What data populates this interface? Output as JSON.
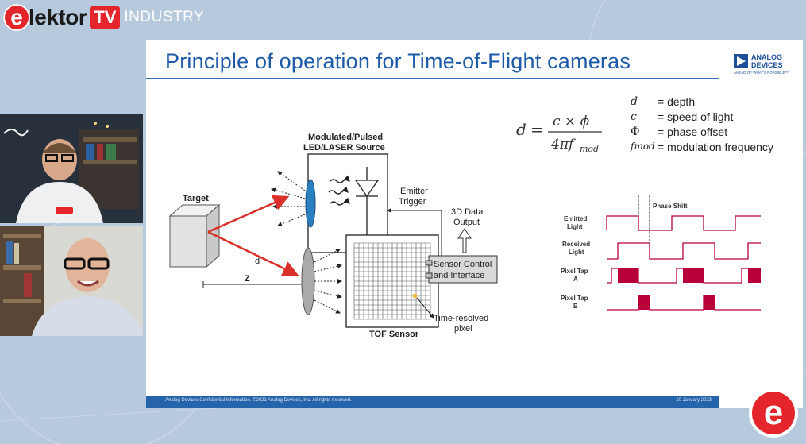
{
  "brand": {
    "logo_letter": "e",
    "logo_word": "lektor",
    "tv": "TV",
    "industry": "INDUSTRY"
  },
  "slide": {
    "title": "Principle of operation for Time-of-Flight cameras",
    "company_line1": "ANALOG",
    "company_line2": "DEVICES",
    "tagline": "AHEAD OF WHAT'S POSSIBLE™",
    "formula": {
      "lhs": "d",
      "numerator": "c × ϕ",
      "denominator": "4πf",
      "subscript": "mod"
    },
    "legend": [
      {
        "symbol": "d",
        "text": "= depth"
      },
      {
        "symbol": "c",
        "text": "= speed of light"
      },
      {
        "symbol": "Φ",
        "text": "= phase offset"
      },
      {
        "symbol": "fmod",
        "text": "= modulation frequency"
      }
    ],
    "diagram": {
      "source_label_1": "Modulated/Pulsed",
      "source_label_2": "LED/LASER Source",
      "target": "Target",
      "emitter_1": "Emitter",
      "emitter_2": "Trigger",
      "output_1": "3D Data",
      "output_2": "Output",
      "sensor_ctrl_1": "Sensor Control",
      "sensor_ctrl_2": "and Interface",
      "d_label": "d",
      "z_label": "Z",
      "tof_sensor": "TOF Sensor",
      "pixel_1": "Time-resolved",
      "pixel_2": "pixel"
    },
    "timing": {
      "phase_shift": "Phase Shift",
      "rows": [
        {
          "l1": "Emitted",
          "l2": "Light"
        },
        {
          "l1": "Received",
          "l2": "Light"
        },
        {
          "l1": "Pixel Tap",
          "l2": "A"
        },
        {
          "l1": "Pixel Tap",
          "l2": "B"
        }
      ]
    },
    "footer_left": "Analog Devices Confidential Information. ©2021 Analog Devices, Inc. All rights reserved.",
    "footer_right": "10 January 2023"
  },
  "corner_logo": "e",
  "colors": {
    "accent": "#e4252b",
    "slide_blue": "#2564aa",
    "tap_fill": "#b8003a"
  }
}
